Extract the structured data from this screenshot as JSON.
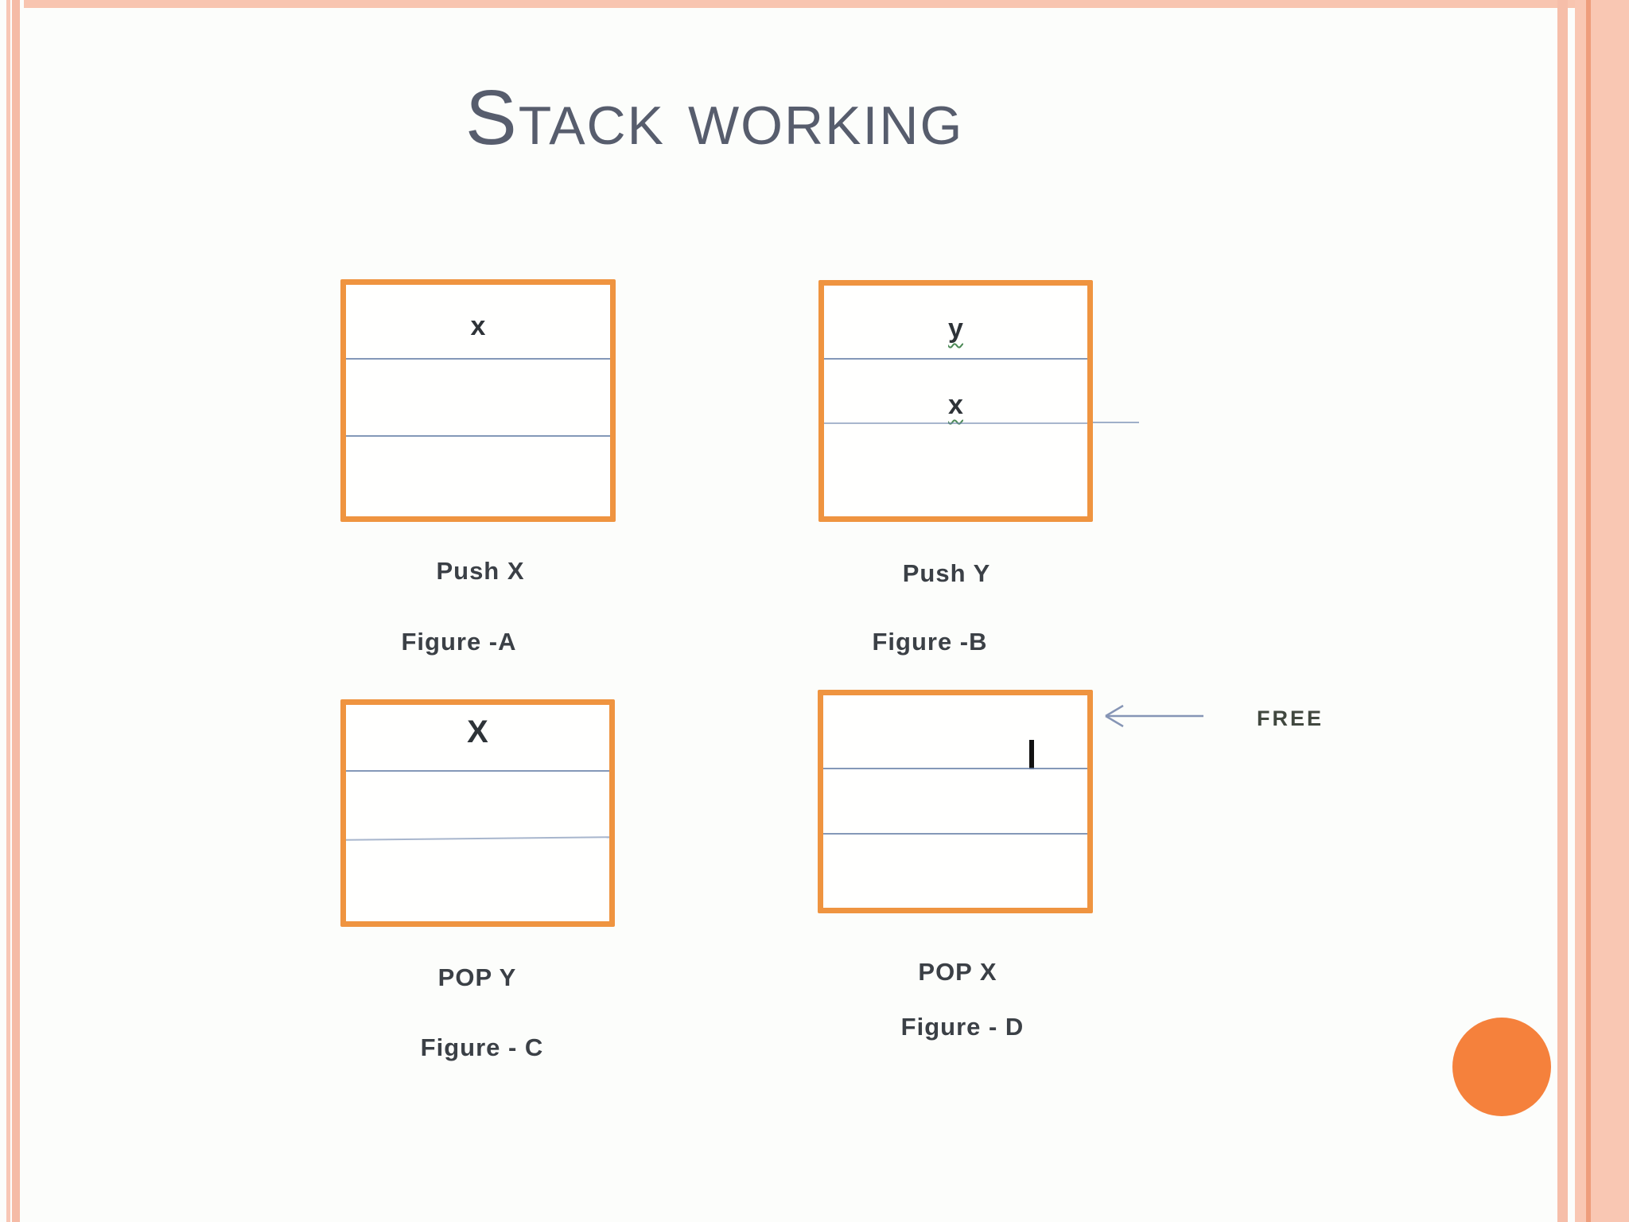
{
  "slide": {
    "title": "Stack working",
    "free_label": "FREE",
    "figures": [
      {
        "id": "A",
        "top_cell": "x",
        "mid_cell": "",
        "bottom_cell": "",
        "action": "Push X",
        "caption": "Figure -A"
      },
      {
        "id": "B",
        "top_cell": "y",
        "mid_cell": "x",
        "bottom_cell": "",
        "action": "Push Y",
        "caption": "Figure -B"
      },
      {
        "id": "C",
        "top_cell": "X",
        "mid_cell": "",
        "bottom_cell": "",
        "action": "POP Y",
        "caption": "Figure - C"
      },
      {
        "id": "D",
        "top_cell": "",
        "mid_cell": "",
        "bottom_cell": "",
        "action": "POP X",
        "caption": "Figure - D"
      }
    ],
    "colors": {
      "box_border_orange": "#ef9440",
      "circle_orange": "#f5813c",
      "stripe_salmon": "#f5bba6",
      "divider_blue": "#6e86ac",
      "title_gray": "#575d6d",
      "label_gray": "#3b4046",
      "squiggle_green": "#4d8a57"
    }
  }
}
